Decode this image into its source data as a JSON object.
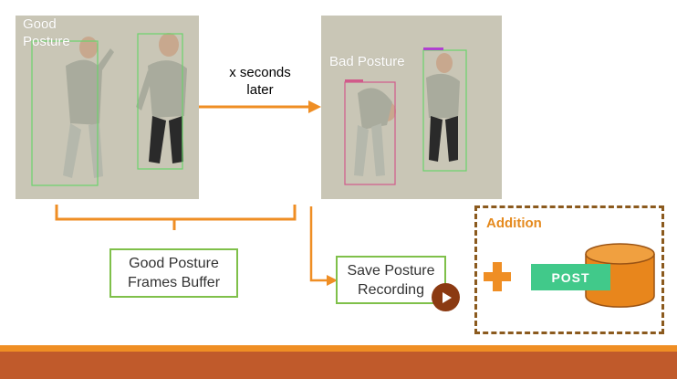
{
  "photos": {
    "good": {
      "label": "Good\nPosture"
    },
    "bad": {
      "label": "Bad Posture"
    }
  },
  "arrow_label": "x seconds\nlater",
  "buffer_box": {
    "label": "Good Posture\nFrames Buffer"
  },
  "save_box": {
    "label": "Save Posture\nRecording"
  },
  "addition": {
    "title": "Addition",
    "post_label": "POST"
  },
  "colors": {
    "orange": "#ef8e24",
    "green_box": "#7fc04a",
    "post_green": "#41c98a",
    "dashed_brown": "#8b5a1e",
    "bottom_bar": "#c05a2b"
  }
}
